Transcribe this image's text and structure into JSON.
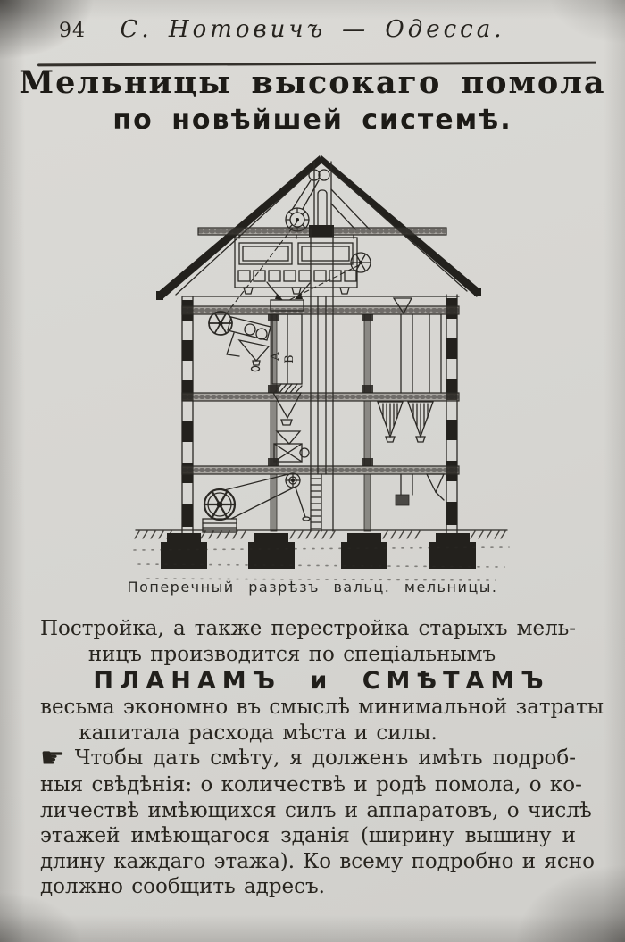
{
  "page": {
    "paper_color": "#d6d5d1",
    "ink_color": "#26231e",
    "number": "94",
    "header_title": "С. Нотовичъ — Одесса."
  },
  "title": {
    "line1": "Мельницы высокаго помола",
    "line2": "по новѣйшей системѣ."
  },
  "figure": {
    "caption": "Поперечный разрѣзъ вальц. мельницы.",
    "labels": {
      "a": "А",
      "b": "В"
    }
  },
  "body": {
    "para1": [
      "Постройка, а также перестройка старыхъ мель-",
      "ницъ производится по спеціальнымъ"
    ],
    "plans_emphasis": "ПЛАНАМЪ и СМѢТАМЪ",
    "para2": [
      "весьма экономно въ смыслѣ минимальной затраты",
      "капитала расхода мѣста и силы."
    ],
    "manicule": "☛",
    "para3": [
      "Чтобы дать смѣту, я долженъ имѣть подроб-",
      "ныя свѣдѣнія: о количествѣ и родѣ помола, о ко-",
      "личествѣ имѣющихся силъ и аппаратовъ, о числѣ",
      "этажей имѣющагося зданія (ширину вышину и",
      "длину каждаго этажа). Ко всему подробно и ясно",
      "должно сообщить адресъ."
    ]
  }
}
